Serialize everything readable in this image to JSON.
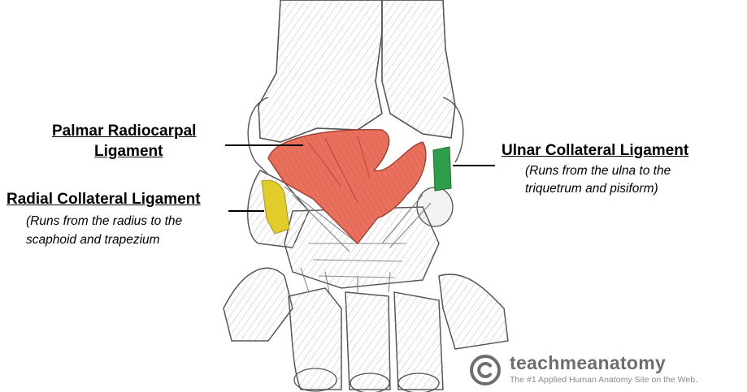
{
  "labels": {
    "palmar": {
      "line1": "Palmar Radiocarpal",
      "line2": "Ligament"
    },
    "ulnar": {
      "title": "Ulnar Collateral Ligament",
      "note1": "(Runs from the ulna to the",
      "note2": "triquetrum and pisiform)"
    },
    "radial": {
      "title": "Radial Collateral Ligament",
      "note1": "(Runs from the radius to the",
      "note2": "scaphoid and trapezium"
    }
  },
  "colors": {
    "palmar_ligament": "#e8705c",
    "ulnar_ligament": "#2e9e48",
    "radial_ligament": "#e2cc2a",
    "bone_outline": "#555555",
    "brand_grey": "#6e6e6e"
  },
  "brand": {
    "name": "teachmeanatomy",
    "tagline": "The #1 Applied Human Anatomy Site on the Web.",
    "logo_icon": "copyright-circle-icon"
  }
}
